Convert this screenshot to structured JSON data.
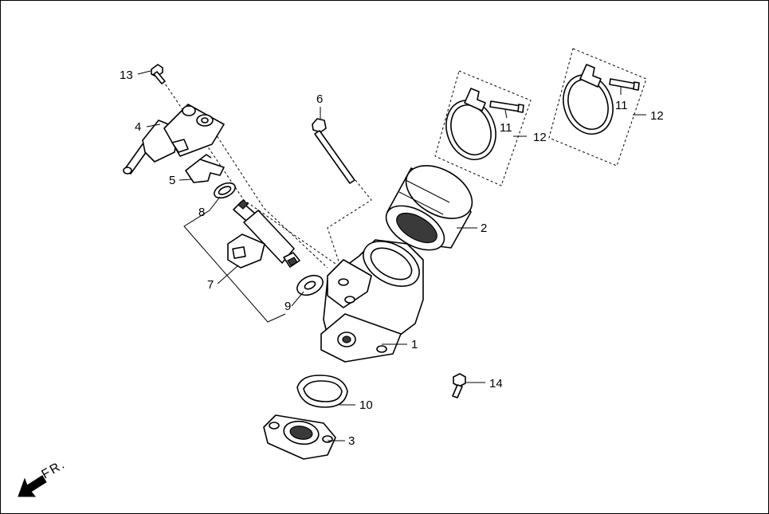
{
  "diagram": {
    "callouts": {
      "c1": "1",
      "c2": "2",
      "c3": "3",
      "c4": "4",
      "c5": "5",
      "c6": "6",
      "c7": "7",
      "c8": "8",
      "c9": "9",
      "c10": "10",
      "c11a": "11",
      "c11b": "11",
      "c12a": "12",
      "c12b": "12",
      "c13": "13",
      "c14": "14"
    },
    "direction_label": "FR."
  }
}
